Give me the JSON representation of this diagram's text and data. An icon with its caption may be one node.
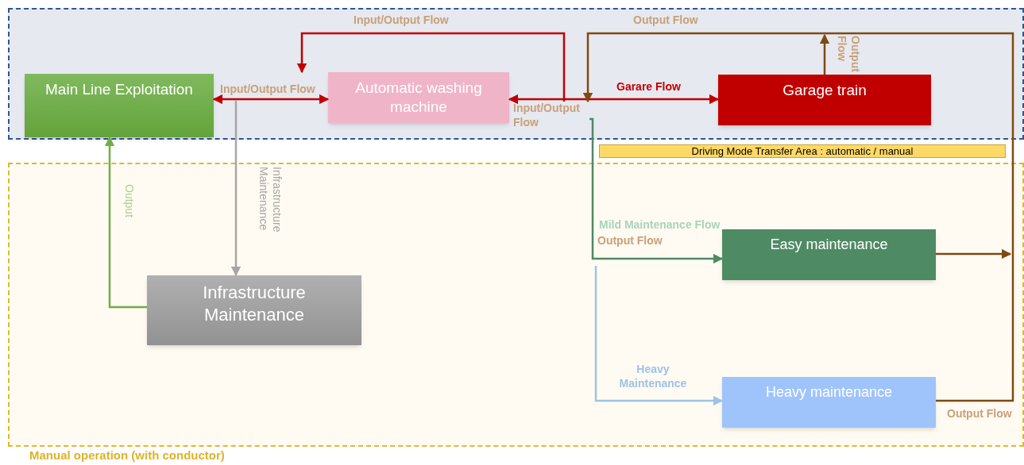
{
  "diagram": {
    "nodes": [
      {
        "text": [],
        "shape": "box"
      },
      {
        "text": [
          "Manual operation (with conductor)"
        ]
      },
      {
        "text": [
          "Main Line Exploitation"
        ],
        "in": 0
      },
      {
        "text": [
          "Automatic washing machine"
        ],
        "in": 0
      },
      {
        "text": [
          "Garage train"
        ],
        "in": 0
      },
      {
        "text": [
          "Driving Mode Transfer Area : automatic / manual"
        ]
      },
      {
        "text": [
          "Infrastructure Maintenance"
        ],
        "in": 1
      },
      {
        "text": [
          "Easy maintenance"
        ],
        "in": 1
      },
      {
        "text": [
          "Heavy maintenance"
        ],
        "in": 1
      },
      {
        "text": [
          "Input/Output Flow"
        ],
        "in": 0
      }
    ],
    "edges": [
      {
        "from": 2,
        "to": 3,
        "arrow": "both",
        "label": "Input/Output Flow",
        "color": "#c00000"
      },
      {
        "from": 9,
        "to": 3,
        "arrow": "to",
        "label": "Input/Output Flow",
        "color": "#c00000"
      },
      {
        "from": 3,
        "to": 4,
        "arrow": "both",
        "label": "Garare Flow",
        "color": "#c00000"
      },
      {
        "from": 9,
        "to": 7,
        "arrow": "to",
        "label": "Mild Maintenance Flow",
        "color": "#4e8a64"
      },
      {
        "from": null,
        "to": 8,
        "arrow": "to",
        "label": "Heavy Maintenance",
        "color": "#9dc3e6"
      },
      {
        "from": null,
        "to": 6,
        "arrow": "to",
        "label": "Infrastructure Maintenance",
        "color": "#a6a6a6"
      },
      {
        "from": 6,
        "to": 2,
        "arrow": "to",
        "label": "Output",
        "color": "#70ad47"
      },
      {
        "from": 4,
        "to": null,
        "arrow": "to",
        "label": "Output Flow",
        "color": "#7f4a12"
      },
      {
        "from": 7,
        "to": null,
        "arrow": "to",
        "color": "#7f4a12"
      },
      {
        "from": 8,
        "to": 9,
        "arrow": "to",
        "label": "Output Flow",
        "color": "#7f4a12"
      }
    ],
    "labels": [
      "Output Flow",
      "Output Flow"
    ]
  }
}
